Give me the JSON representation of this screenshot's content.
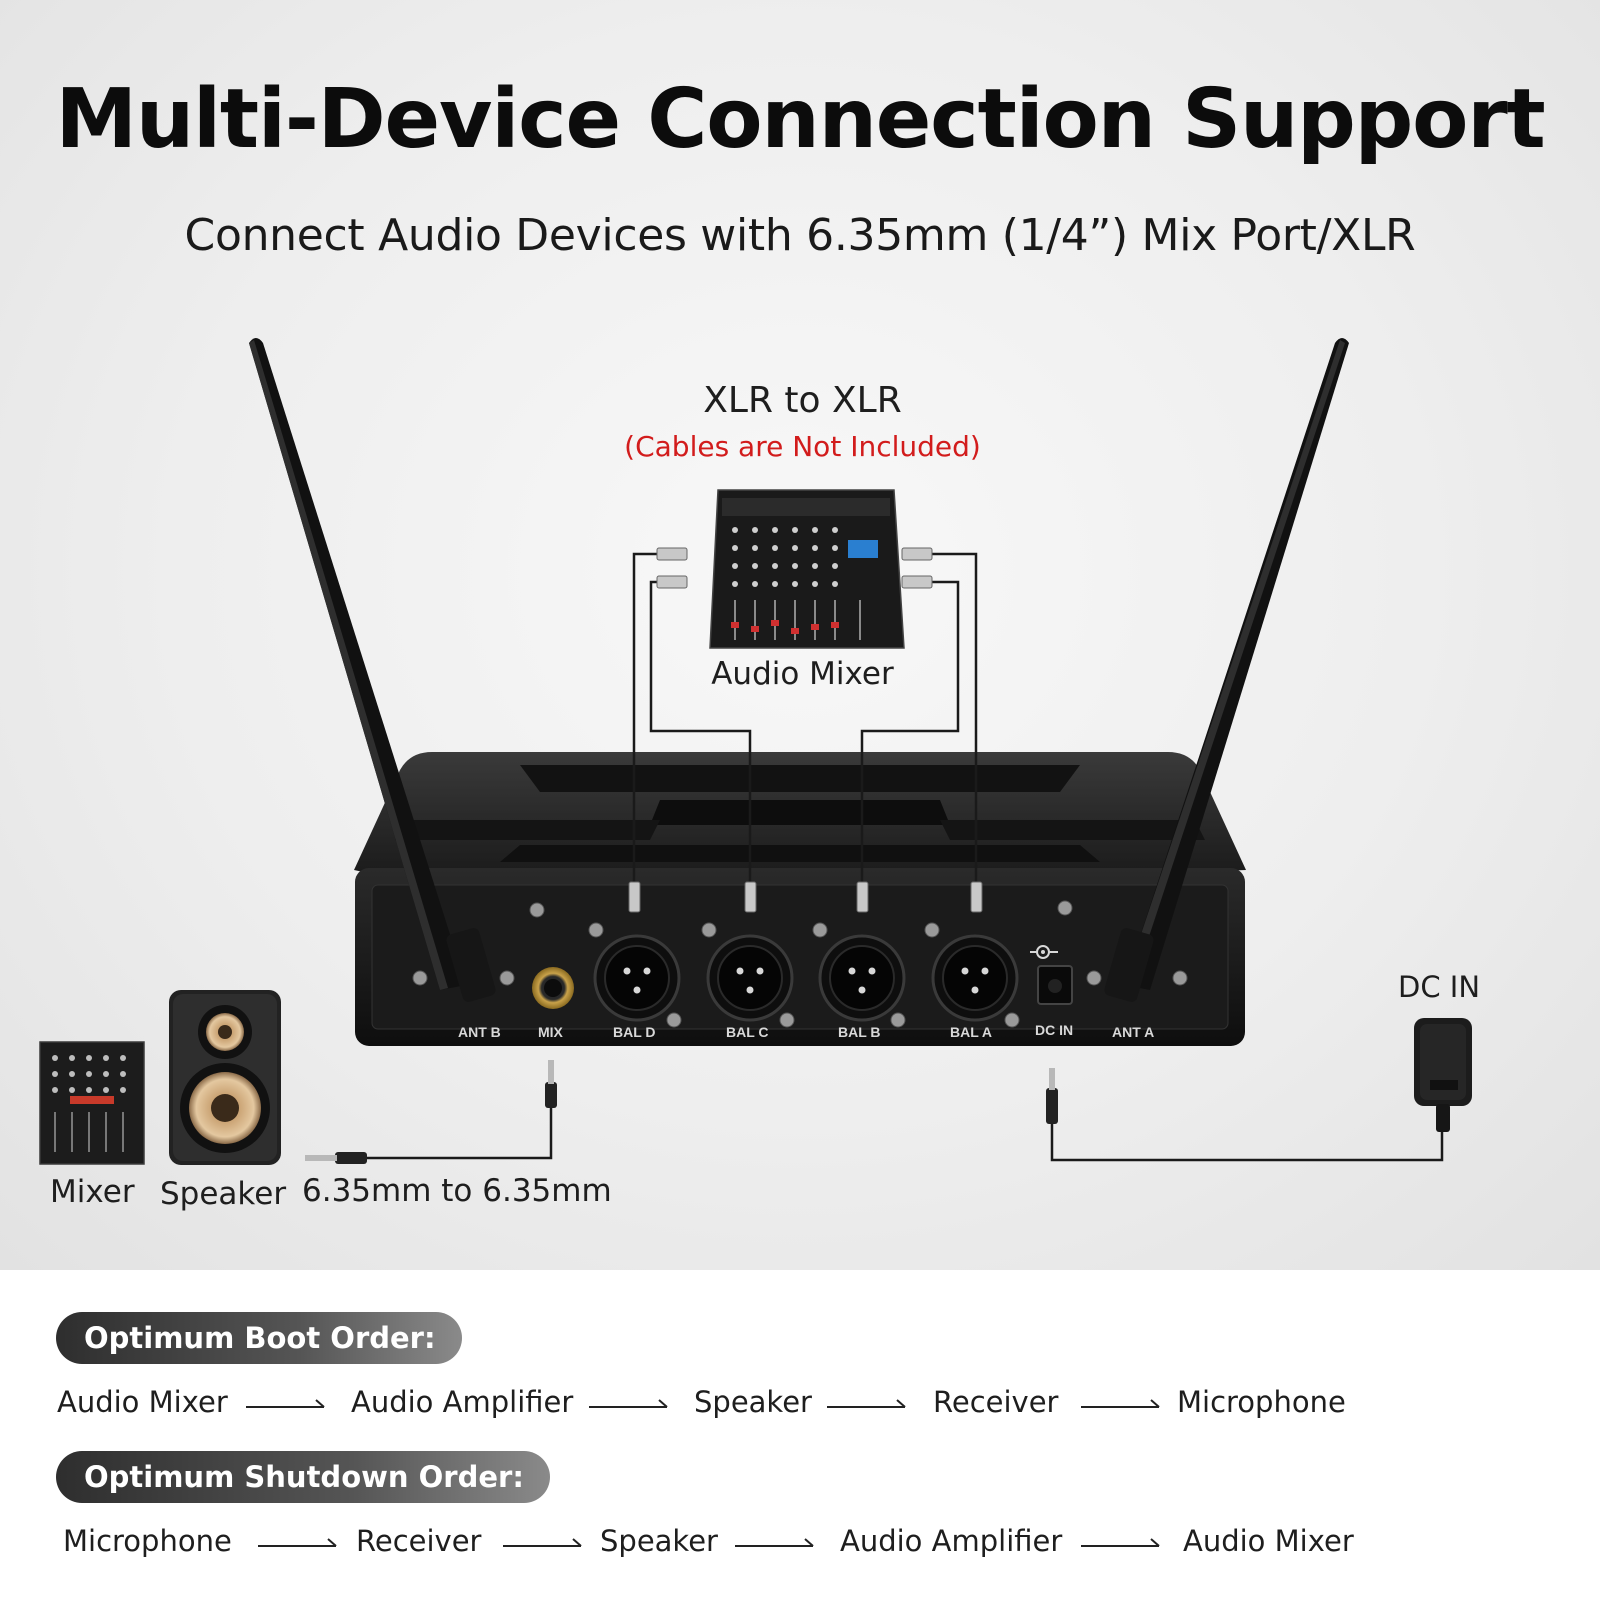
{
  "header": {
    "title": "Multi-Device Connection Support",
    "subtitle": "Connect Audio Devices with 6.35mm (1/4”) Mix Port/XLR"
  },
  "xlr_connection": {
    "title": "XLR to XLR",
    "note": "(Cables are Not Included)",
    "note_color": "#d21c1c",
    "device_label": "Audio Mixer"
  },
  "receiver_ports": [
    "MIX",
    "BAL D",
    "BAL C",
    "BAL B",
    "BAL A",
    "DC IN"
  ],
  "receiver_antenna_labels": {
    "left": "ANT B",
    "right": "ANT A"
  },
  "power": {
    "label": "DC IN"
  },
  "jack_connection": {
    "devices": [
      "Mixer",
      "Speaker"
    ],
    "cable_label": "6.35mm to 6.35mm"
  },
  "boot_order": {
    "heading": "Optimum Boot Order:",
    "steps": [
      "Audio Mixer",
      "Audio Amplifier",
      "Speaker",
      "Receiver",
      "Microphone"
    ]
  },
  "shutdown_order": {
    "heading": "Optimum Shutdown Order:",
    "steps": [
      "Microphone",
      "Receiver",
      "Speaker",
      "Audio Amplifier",
      "Audio Mixer"
    ]
  },
  "icons": [
    "antenna-icon",
    "audio-mixer-icon",
    "xlr-port-icon",
    "quarter-inch-jack-icon",
    "dc-adapter-icon",
    "speaker-icon",
    "arrow-right-icon"
  ]
}
